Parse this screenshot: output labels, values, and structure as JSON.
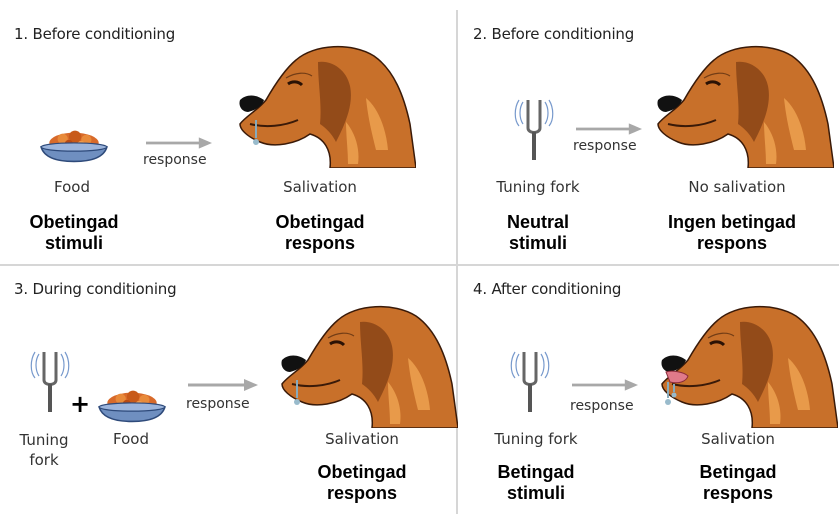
{
  "panels": [
    {
      "title": "1. Before conditioning",
      "stimulus_caption": "Food",
      "stimulus_term": [
        "Obetingad",
        "stimuli"
      ],
      "arrow_label": "response",
      "response_caption": "Salivation",
      "response_term": [
        "Obetingad",
        "respons"
      ]
    },
    {
      "title": "2. Before conditioning",
      "stimulus_caption": "Tuning fork",
      "stimulus_term": [
        "Neutral",
        "stimuli"
      ],
      "arrow_label": "response",
      "response_caption": "No salivation",
      "response_term": [
        "Ingen betingad",
        "respons"
      ]
    },
    {
      "title": "3. During conditioning",
      "stimulus_caption": [
        "Tuning",
        "fork"
      ],
      "stimulus_caption_2": "Food",
      "plus_sign": "+",
      "arrow_label": "response",
      "response_caption": "Salivation",
      "response_term": [
        "Obetingad",
        "respons"
      ]
    },
    {
      "title": "4. After conditioning",
      "stimulus_caption": "Tuning fork",
      "stimulus_term": [
        "Betingad",
        "stimuli"
      ],
      "arrow_label": "response",
      "response_caption": "Salivation",
      "response_term": [
        "Betingad",
        "respons"
      ]
    }
  ],
  "colors": {
    "dog_fur": "#c8702a",
    "dog_shadow": "#8a4416",
    "bowl": "#6f8fc0",
    "food": "#d86a2a",
    "arrow": "#a8a8a8",
    "divider": "#d6d6d6"
  },
  "icons": [
    "food-bowl-icon",
    "tuning-fork-icon",
    "dog-head-icon",
    "arrow-icon",
    "plus-icon"
  ]
}
